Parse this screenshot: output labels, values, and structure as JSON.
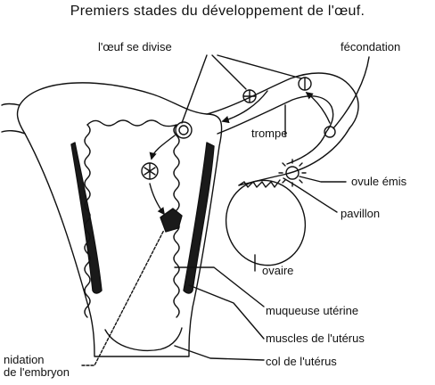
{
  "title": "Premiers stades du développement de l'œuf.",
  "labels": {
    "divide": "l'œuf se divise",
    "fecondation": "fécondation",
    "trompe": "trompe",
    "ovule": "ovule émis",
    "pavillon": "pavillon",
    "ovaire": "ovaire",
    "muqueuse": "muqueuse utérine",
    "muscles": "muscles de l'utérus",
    "col": "col de l'utérus",
    "nidation_1": "nidation",
    "nidation_2": "de l'embryon"
  },
  "colors": {
    "ink": "#111111",
    "muscle": "#1a1a1a",
    "paper": "#ffffff"
  }
}
